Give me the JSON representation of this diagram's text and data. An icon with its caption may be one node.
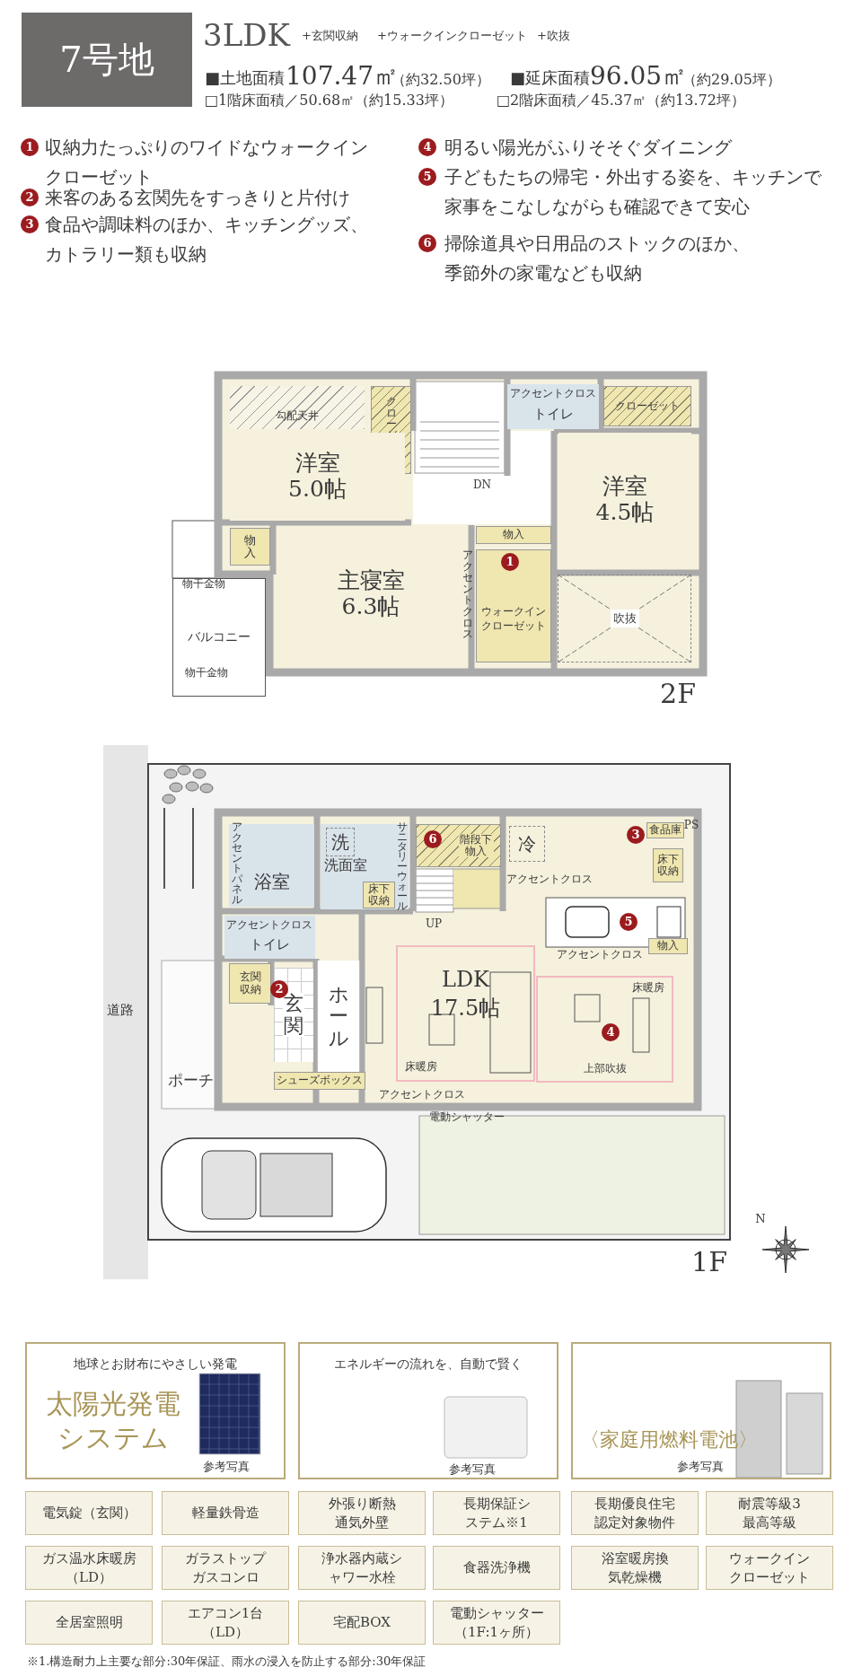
{
  "diagram": {
    "nodes": [
      {
        "text": [
          "7号地"
        ]
      },
      {
        "text": [
          "勾配天井"
        ]
      },
      {
        "text": [
          "クローゼット"
        ]
      },
      {
        "text": [
          "アクセントクロス",
          "トイレ"
        ]
      },
      {
        "text": [
          "クローゼット"
        ]
      },
      {
        "text": [
          "洋室",
          "5.0帖"
        ]
      },
      {
        "text": [
          "洋室",
          "4.5帖"
        ]
      },
      {
        "text": [
          "物入"
        ]
      },
      {
        "text": [
          "主寝室",
          "6.3帖"
        ]
      },
      {
        "text": [
          "物入"
        ]
      },
      {
        "text": [
          "ウォークインクローゼット"
        ]
      },
      {
        "text": [
          "吹抜"
        ]
      },
      {
        "text": [
          "バルコニー"
        ]
      },
      {
        "text": [
          "浴室"
        ]
      },
      {
        "text": [
          "洗面室"
        ]
      },
      {
        "text": [
          "洗"
        ],
        "in": 14
      },
      {
        "text": [
          "床下収納"
        ],
        "in": 14
      },
      {
        "text": [
          "階段下物入"
        ]
      },
      {
        "text": [
          "冷"
        ]
      },
      {
        "text": [
          "食品庫"
        ]
      },
      {
        "text": [
          "床下収納"
        ]
      },
      {
        "text": [
          "物入"
        ]
      },
      {
        "text": [
          "アクセントクロス",
          "トイレ"
        ]
      },
      {
        "text": [
          "玄関収納"
        ]
      },
      {
        "text": [
          "玄関"
        ]
      },
      {
        "text": [
          "ホール"
        ]
      },
      {
        "text": [
          "シューズボックス"
        ]
      },
      {
        "text": [
          "LDK",
          "17.5帖",
          "床暖房"
        ]
      },
      {
        "text": [
          "床暖房",
          "上部吹抜"
        ]
      },
      {
        "text": [
          "地球とお財布にやさしい発電",
          "太陽光発電システム",
          "参考写真"
        ]
      },
      {
        "text": [
          "エネルギーの流れを、自動で賢く",
          "参考写真"
        ]
      },
      {
        "text": [
          "〈家庭用燃料電池〉",
          "参考写真"
        ]
      },
      {
        "text": [
          "電気錠（玄関）"
        ]
      },
      {
        "text": [
          "軽量鉄骨造"
        ]
      },
      {
        "text": [
          "外張り断熱通気外壁"
        ]
      },
      {
        "text": [
          "長期保証システム※1"
        ]
      },
      {
        "text": [
          "長期優良住宅認定対象物件"
        ]
      },
      {
        "text": [
          "耐震等級3最高等級"
        ]
      },
      {
        "text": [
          "ガス温水床暖房（LD）"
        ]
      },
      {
        "text": [
          "ガラストップガスコンロ"
        ]
      },
      {
        "text": [
          "浄水器内蔵シャワー水栓"
        ]
      },
      {
        "text": [
          "食器洗浄機"
        ]
      },
      {
        "text": [
          "浴室暖房換気乾燥機"
        ]
      },
      {
        "text": [
          "ウォークインクローゼット"
        ]
      },
      {
        "text": [
          "全居室照明"
        ]
      },
      {
        "text": [
          "エアコン1台（LD）"
        ]
      },
      {
        "text": [
          "宅配BOX"
        ]
      },
      {
        "text": [
          "電動シャッター（1F:1ヶ所）"
        ]
      }
    ],
    "labels": [
      "3LDK",
      "+玄関収納",
      "+ウォークインクローゼット",
      "+吹抜",
      "■土地面積",
      "107.47㎡",
      "（約32.50坪）",
      "■延床面積",
      "96.05㎡",
      "（約29.05坪）",
      "□1階床面積／50.68㎡（約15.33坪）",
      "□2階床面積／45.37㎡（約13.72坪）",
      "1",
      "収納力たっぷりのワイドなウォークインクローゼット",
      "2",
      "来客のある玄関先をすっきりと片付け",
      "3",
      "食品や調味料のほか、キッチングッズ、カトラリー類も収納",
      "4",
      "明るい陽光がふりそそぐダイニング",
      "5",
      "子どもたちの帰宅・外出する姿を、キッチンで家事をこなしながらも確認できて安心",
      "6",
      "掃除道具や日用品のストックのほか、季節外の家電なども収納",
      "DN",
      "アクセントクロス",
      "物干金物",
      "物干金物",
      "1",
      "2F",
      "アクセントパネル",
      "サニタリーウォール",
      "6",
      "PS",
      "3",
      "アクセントクロス",
      "UP",
      "5",
      "アクセントクロス",
      "2",
      "4",
      "ポーチ",
      "道路",
      "アクセントクロス",
      "電動シャッター",
      "1F",
      "N",
      "※1.構造耐力上主要な部分:30年保証、雨水の浸入を防止する部分:30年保証"
    ]
  }
}
